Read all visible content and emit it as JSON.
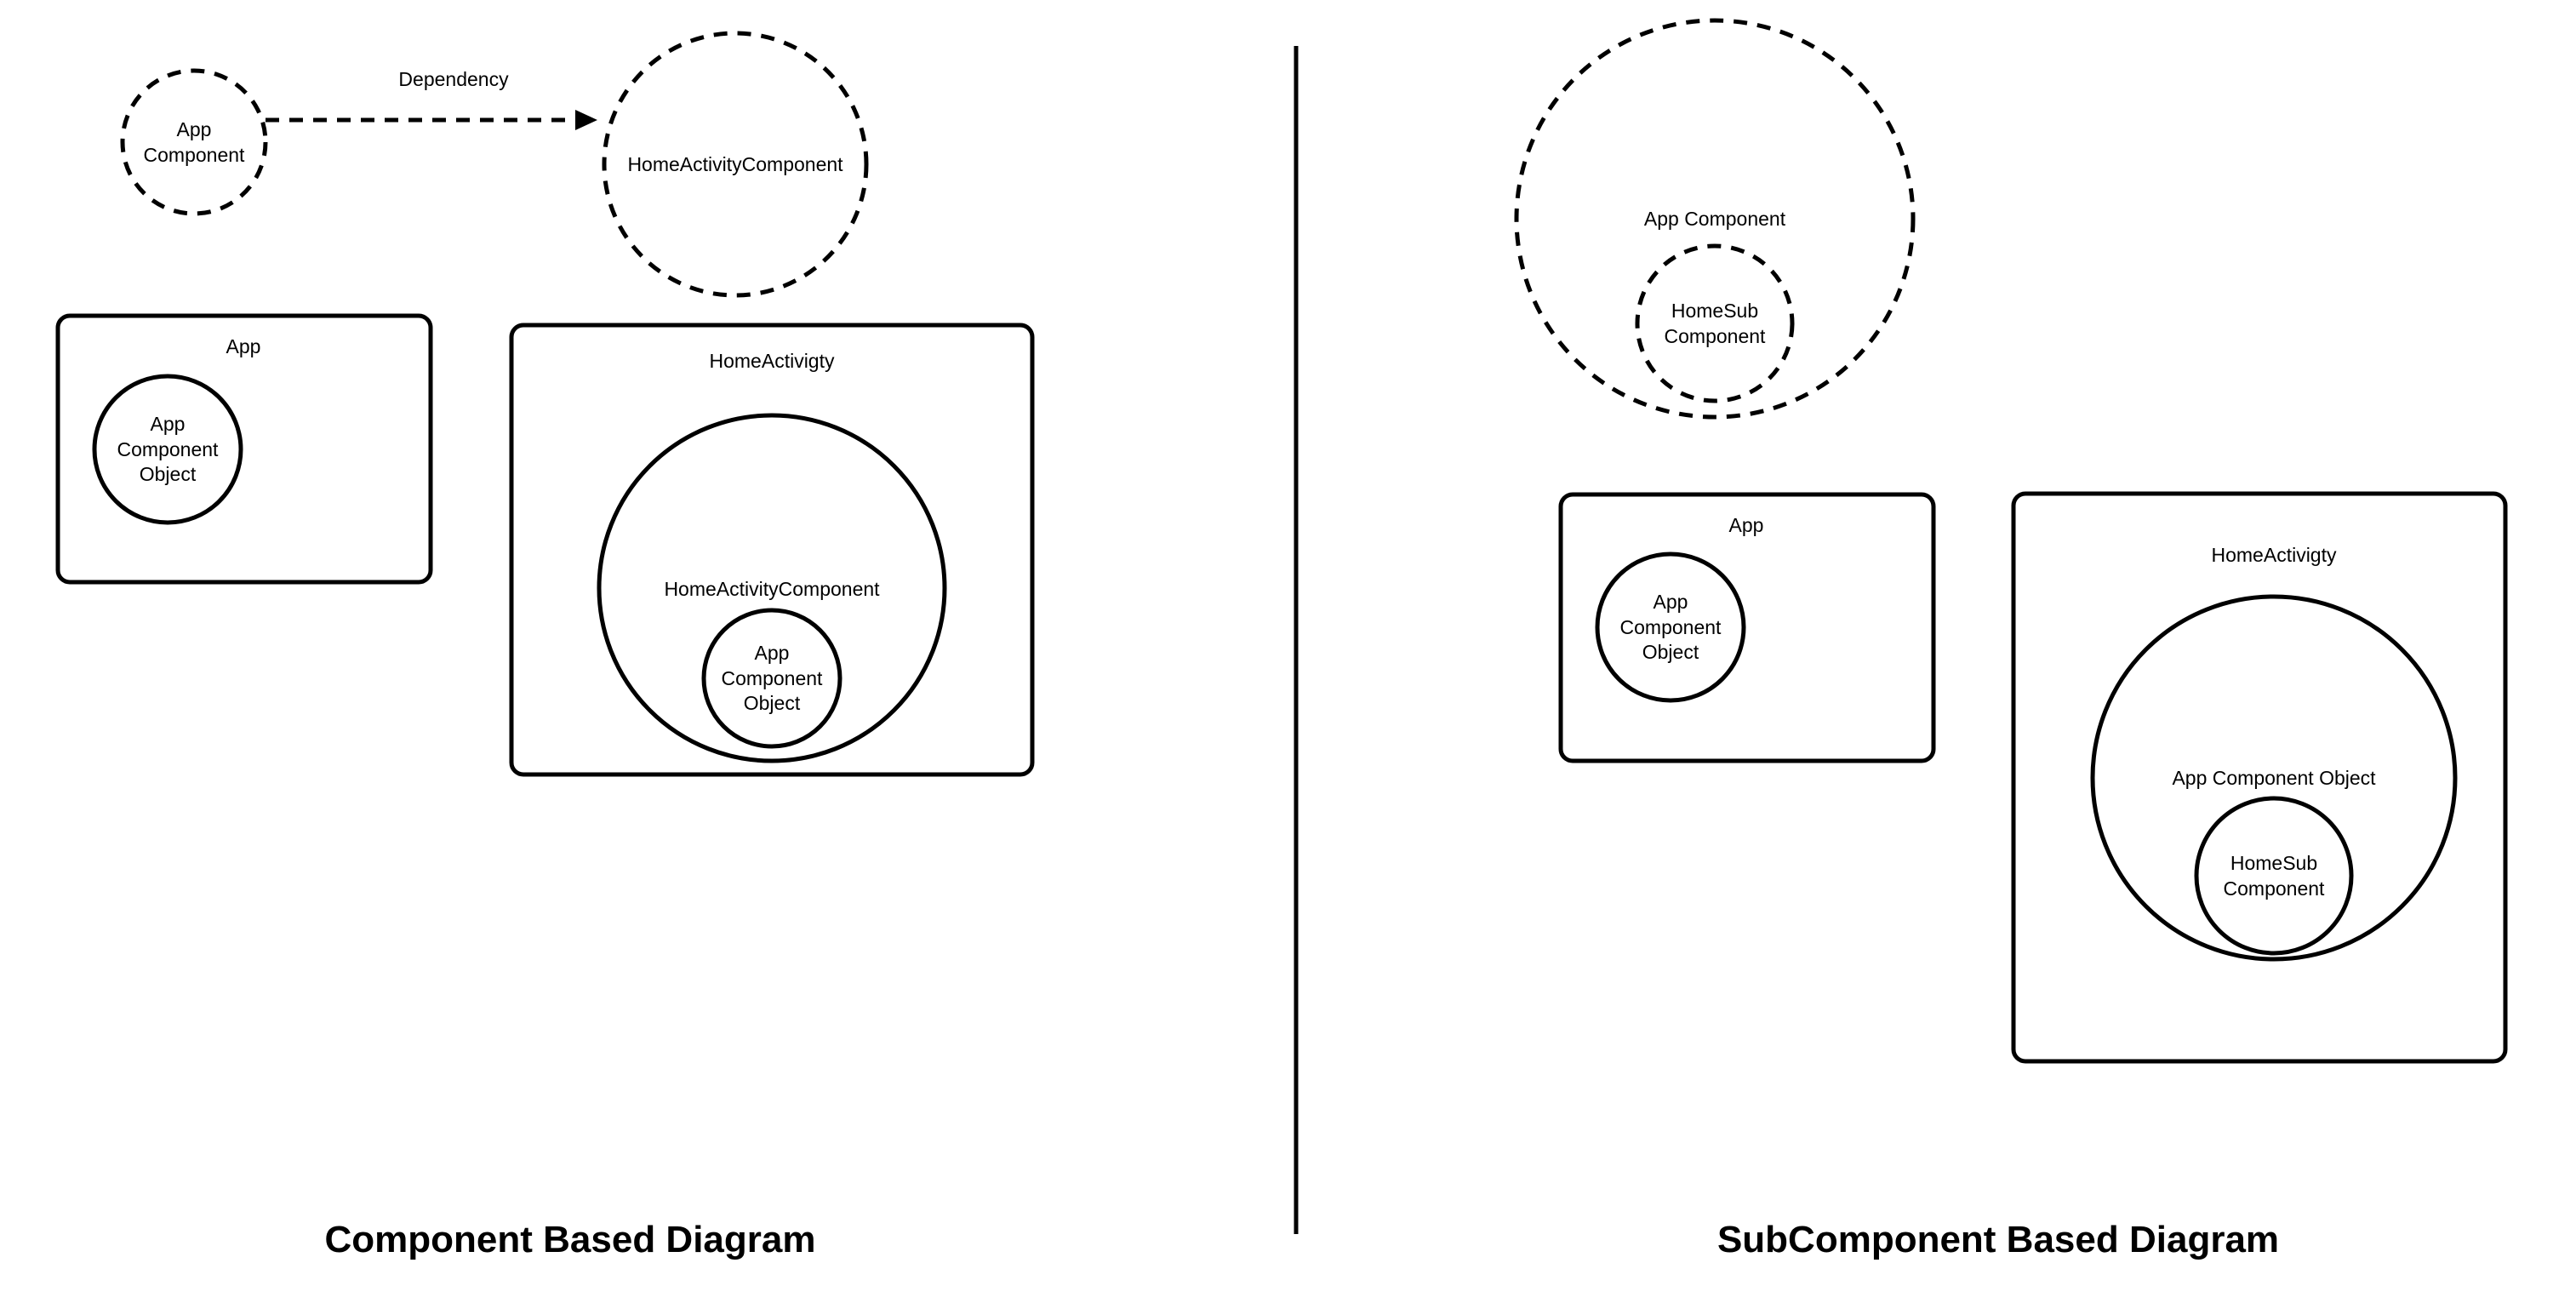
{
  "left": {
    "app_component_circle": {
      "line1": "App",
      "line2": "Component"
    },
    "dependency_label": "Dependency",
    "home_activity_component_circle": {
      "label": "HomeActivityComponent"
    },
    "app_box": {
      "title": "App",
      "inner": {
        "line1": "App",
        "line2": "Component",
        "line3": "Object"
      }
    },
    "home_activity_box": {
      "title": "HomeActivigty",
      "big_circle": "HomeActivityComponent",
      "inner": {
        "line1": "App",
        "line2": "Component",
        "line3": "Object"
      }
    },
    "caption": "Component Based Diagram"
  },
  "right": {
    "app_component_circle": {
      "label": "App Component",
      "inner": {
        "line1": "HomeSub",
        "line2": "Component"
      }
    },
    "app_box": {
      "title": "App",
      "inner": {
        "line1": "App",
        "line2": "Component",
        "line3": "Object"
      }
    },
    "home_activity_box": {
      "title": "HomeActivigty",
      "big_circle": "App Component Object",
      "inner": {
        "line1": "HomeSub",
        "line2": "Component"
      }
    },
    "caption": "SubComponent Based Diagram"
  }
}
